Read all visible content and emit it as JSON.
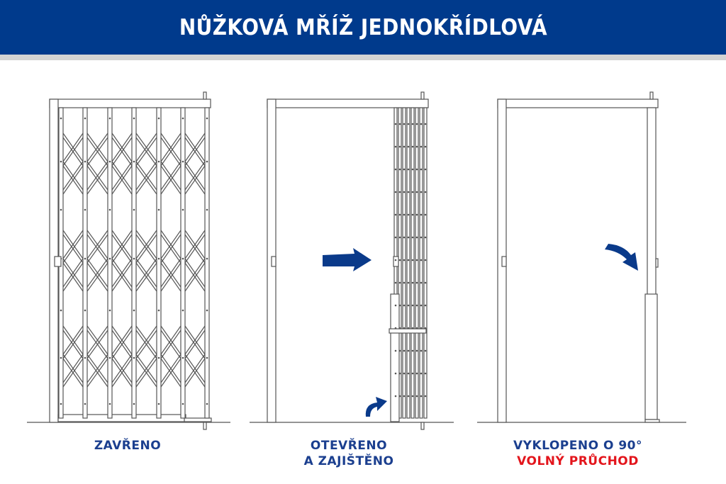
{
  "title": "NŮŽKOVÁ MŘÍŽ JEDNOKŘÍDLOVÁ",
  "colors": {
    "header": "#003a8c",
    "caption": "#1b3f8f",
    "highlight": "#e3151c",
    "arrow": "#0a3a8a"
  },
  "panels": [
    {
      "caption": "ZAVŘENO"
    },
    {
      "caption_line1": "OTEVŘENO",
      "caption_line2": "A ZAJIŠTĚNO"
    },
    {
      "caption_line1": "VYKLOPENO O 90°",
      "caption_line2": "VOLNÝ PRŮCHOD"
    }
  ]
}
